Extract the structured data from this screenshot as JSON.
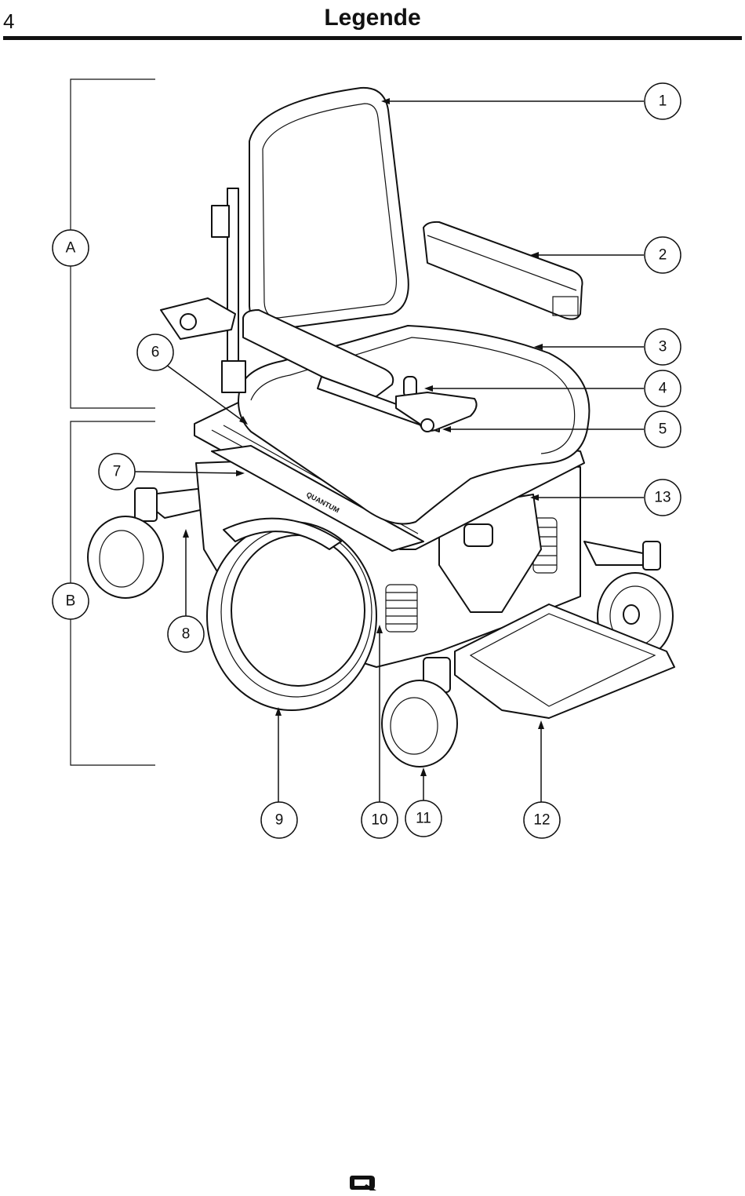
{
  "page": {
    "number": "4",
    "title": "Legende"
  },
  "groups": [
    {
      "id": "A",
      "label": "A"
    },
    {
      "id": "B",
      "label": "B"
    }
  ],
  "callouts": [
    {
      "id": "1",
      "label": "1"
    },
    {
      "id": "2",
      "label": "2"
    },
    {
      "id": "3",
      "label": "3"
    },
    {
      "id": "4",
      "label": "4"
    },
    {
      "id": "5",
      "label": "5"
    },
    {
      "id": "6",
      "label": "6"
    },
    {
      "id": "7",
      "label": "7"
    },
    {
      "id": "8",
      "label": "8"
    },
    {
      "id": "9",
      "label": "9"
    },
    {
      "id": "10",
      "label": "10"
    },
    {
      "id": "11",
      "label": "11"
    },
    {
      "id": "12",
      "label": "12"
    },
    {
      "id": "13",
      "label": "13"
    }
  ],
  "illustration": {
    "subject": "power-wheelchair",
    "platform_label": "QUANTUM"
  },
  "footer": {
    "logo_icon": "q-logo-icon"
  }
}
